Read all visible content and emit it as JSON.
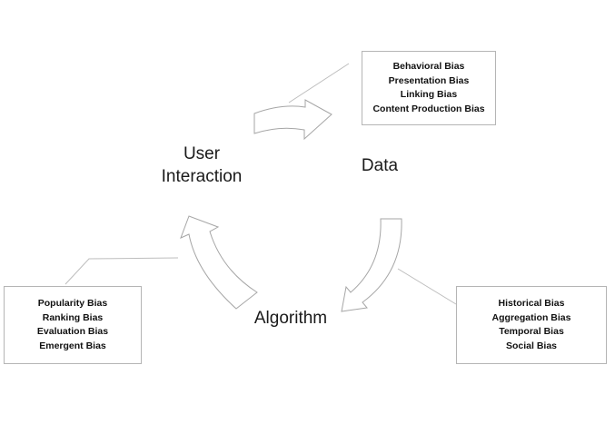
{
  "nodes": {
    "user_interaction": {
      "line1": "User",
      "line2": "Interaction"
    },
    "data": {
      "label": "Data"
    },
    "algorithm": {
      "label": "Algorithm"
    }
  },
  "bias_boxes": {
    "data_biases": [
      "Behavioral Bias",
      "Presentation Bias",
      "Linking Bias",
      "Content Production Bias"
    ],
    "algorithm_biases": [
      "Historical Bias",
      "Aggregation Bias",
      "Temporal Bias",
      "Social Bias"
    ],
    "user_interaction_biases": [
      "Popularity Bias",
      "Ranking Bias",
      "Evaluation Bias",
      "Emergent Bias"
    ]
  },
  "colors": {
    "arrow_stroke": "#a6a6a6",
    "box_border": "#b5b5b5",
    "text": "#1a1a1a"
  }
}
